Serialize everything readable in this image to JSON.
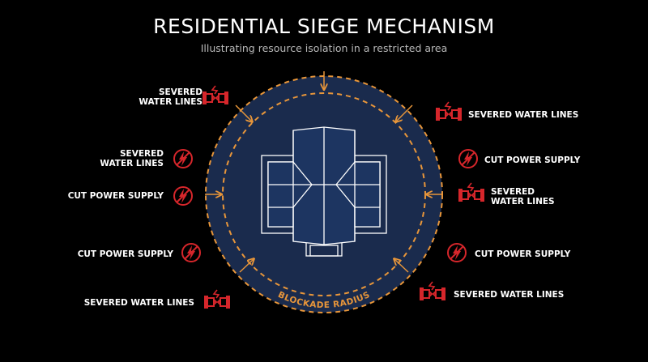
{
  "title": "RESIDENTIAL SIEGE MECHANISM",
  "subtitle": "Illustrating resource isolation in a restricted area",
  "blockade_label": "BLOCKADE RADIUS",
  "colors": {
    "background": "#000000",
    "circle_fill": "#1a2b4d",
    "building_fill": "#1d3561",
    "dashed_ring": "#e8963a",
    "icon_red": "#d6262b",
    "text": "#ffffff"
  },
  "left_labels": [
    {
      "lines": [
        "SEVERED",
        "WATER LINES"
      ],
      "icon": "severed-water-icon"
    },
    {
      "lines": [
        "SEVERED",
        "WATER LINES"
      ],
      "icon": "cut-power-icon"
    },
    {
      "lines": [
        "CUT POWER SUPPLY"
      ],
      "icon": "cut-power-icon"
    },
    {
      "lines": [
        "CUT POWER SUPPLY"
      ],
      "icon": "cut-power-icon"
    },
    {
      "lines": [
        "SEVERED WATER LINES"
      ],
      "icon": "severed-water-icon"
    }
  ],
  "right_labels": [
    {
      "lines": [
        "SEVERED WATER LINES"
      ],
      "icon": "severed-water-icon"
    },
    {
      "lines": [
        "CUT POWER SUPPLY"
      ],
      "icon": "cut-power-icon"
    },
    {
      "lines": [
        "SEVERED",
        "WATER LINES"
      ],
      "icon": "severed-water-icon"
    },
    {
      "lines": [
        "CUT POWER SUPPLY"
      ],
      "icon": "cut-power-icon"
    },
    {
      "lines": [
        "SEVERED WATER LINES"
      ],
      "icon": "severed-water-icon"
    }
  ]
}
